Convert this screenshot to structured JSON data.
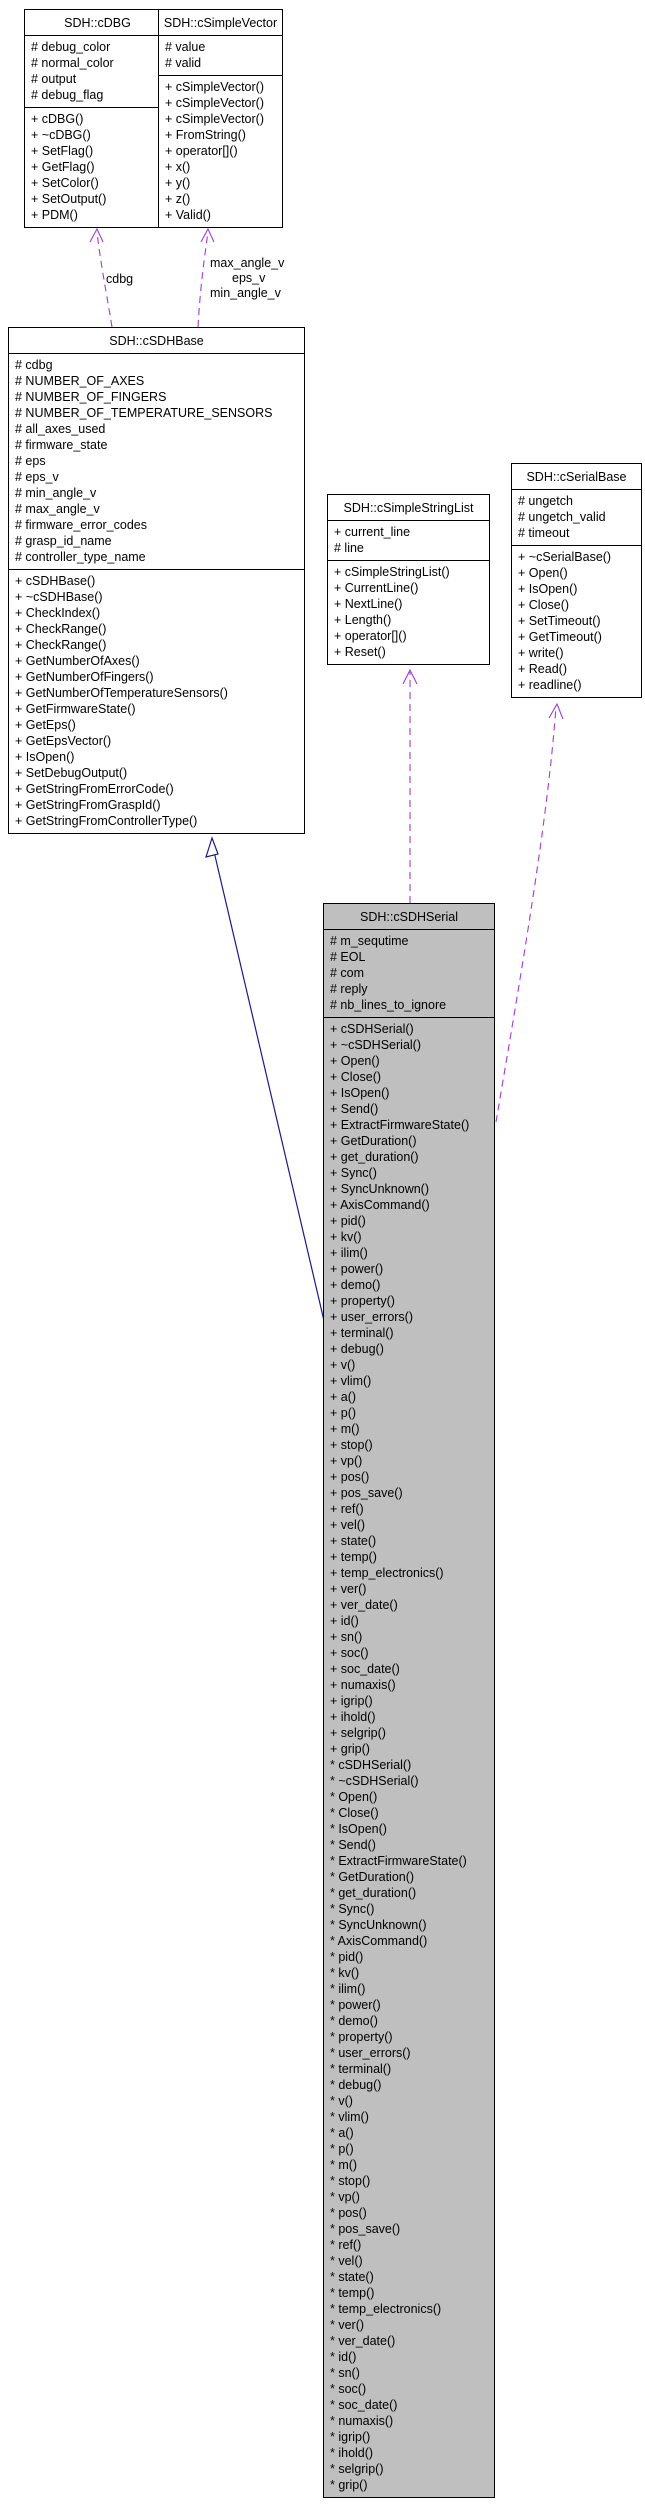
{
  "classes": {
    "cdbg": {
      "name": "SDH::cDBG",
      "attrs": [
        "# debug_color",
        "# normal_color",
        "# output",
        "# debug_flag"
      ],
      "ops": [
        "+ cDBG()",
        "+ ~cDBG()",
        "+ SetFlag()",
        "+ GetFlag()",
        "+ SetColor()",
        "+ SetOutput()",
        "+ PDM()"
      ]
    },
    "csimplevector": {
      "name": "SDH::cSimpleVector",
      "attrs": [
        "# value",
        "# valid"
      ],
      "ops": [
        "+ cSimpleVector()",
        "+ cSimpleVector()",
        "+ cSimpleVector()",
        "+ FromString()",
        "+ operator[]()",
        "+ x()",
        "+ y()",
        "+ z()",
        "+ Valid()"
      ]
    },
    "csdhbase": {
      "name": "SDH::cSDHBase",
      "attrs": [
        "# cdbg",
        "# NUMBER_OF_AXES",
        "# NUMBER_OF_FINGERS",
        "# NUMBER_OF_TEMPERATURE_SENSORS",
        "# all_axes_used",
        "# firmware_state",
        "# eps",
        "# eps_v",
        "# min_angle_v",
        "# max_angle_v",
        "# firmware_error_codes",
        "# grasp_id_name",
        "# controller_type_name"
      ],
      "ops": [
        "+ cSDHBase()",
        "+ ~cSDHBase()",
        "+ CheckIndex()",
        "+ CheckRange()",
        "+ CheckRange()",
        "+ GetNumberOfAxes()",
        "+ GetNumberOfFingers()",
        "+ GetNumberOfTemperatureSensors()",
        "+ GetFirmwareState()",
        "+ GetEps()",
        "+ GetEpsVector()",
        "+ IsOpen()",
        "+ SetDebugOutput()",
        "+ GetStringFromErrorCode()",
        "+ GetStringFromGraspId()",
        "+ GetStringFromControllerType()"
      ]
    },
    "csimplestringlist": {
      "name": "SDH::cSimpleStringList",
      "attrs": [
        "+ current_line",
        "# line"
      ],
      "ops": [
        "+ cSimpleStringList()",
        "+ CurrentLine()",
        "+ NextLine()",
        "+ Length()",
        "+ operator[]()",
        "+ Reset()"
      ]
    },
    "cserialbase": {
      "name": "SDH::cSerialBase",
      "attrs": [
        "# ungetch",
        "# ungetch_valid",
        "# timeout"
      ],
      "ops": [
        "+ ~cSerialBase()",
        "+ Open()",
        "+ IsOpen()",
        "+ Close()",
        "+ SetTimeout()",
        "+ GetTimeout()",
        "+ write()",
        "+ Read()",
        "+ readline()"
      ]
    },
    "csdhserial": {
      "name": "SDH::cSDHSerial",
      "attrs": [
        "# m_sequtime",
        "# EOL",
        "# com",
        "# reply",
        "# nb_lines_to_ignore"
      ],
      "ops": [
        "+ cSDHSerial()",
        "+ ~cSDHSerial()",
        "+ Open()",
        "+ Close()",
        "+ IsOpen()",
        "+ Send()",
        "+ ExtractFirmwareState()",
        "+ GetDuration()",
        "+ get_duration()",
        "+ Sync()",
        "+ SyncUnknown()",
        "+ AxisCommand()",
        "+ pid()",
        "+ kv()",
        "+ ilim()",
        "+ power()",
        "+ demo()",
        "+ property()",
        "+ user_errors()",
        "+ terminal()",
        "+ debug()",
        "+ v()",
        "+ vlim()",
        "+ a()",
        "+ p()",
        "+ m()",
        "+ stop()",
        "+ vp()",
        "+ pos()",
        "+ pos_save()",
        "+ ref()",
        "+ vel()",
        "+ state()",
        "+ temp()",
        "+ temp_electronics()",
        "+ ver()",
        "+ ver_date()",
        "+ id()",
        "+ sn()",
        "+ soc()",
        "+ soc_date()",
        "+ numaxis()",
        "+ igrip()",
        "+ ihold()",
        "+ selgrip()",
        "+ grip()",
        "* cSDHSerial()",
        "* ~cSDHSerial()",
        "* Open()",
        "* Close()",
        "* IsOpen()",
        "* Send()",
        "* ExtractFirmwareState()",
        "* GetDuration()",
        "* get_duration()",
        "* Sync()",
        "* SyncUnknown()",
        "* AxisCommand()",
        "* pid()",
        "* kv()",
        "* ilim()",
        "* power()",
        "* demo()",
        "* property()",
        "* user_errors()",
        "* terminal()",
        "* debug()",
        "* v()",
        "* vlim()",
        "* a()",
        "* p()",
        "* m()",
        "* stop()",
        "* vp()",
        "* pos()",
        "* pos_save()",
        "* ref()",
        "* vel()",
        "* state()",
        "* temp()",
        "* temp_electronics()",
        "* ver()",
        "* ver_date()",
        "* id()",
        "* sn()",
        "* soc()",
        "* soc_date()",
        "* numaxis()",
        "* igrip()",
        "* ihold()",
        "* selgrip()",
        "* grip()"
      ]
    }
  },
  "edge_labels": {
    "cdbg": "cdbg",
    "max_angle_v": "max_angle_v",
    "eps_v": "eps_v",
    "min_angle_v": "min_angle_v"
  },
  "colors": {
    "inheritance": "#1a1a8c",
    "usage": "#a23bd6",
    "highlight_fill": "#bfbfbf"
  }
}
